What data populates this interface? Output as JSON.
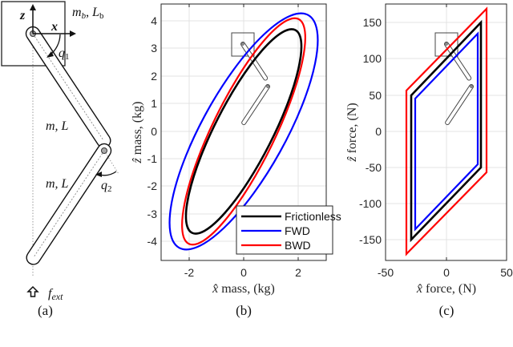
{
  "panel_a": {
    "caption": "(a)",
    "labels": {
      "z_axis": "z",
      "x_axis": "x",
      "base": "m",
      "base_sub": "b",
      "base_len": "L",
      "base_len_sub": "b",
      "q1": "q",
      "q1_sub": "1",
      "q2": "q",
      "q2_sub": "2",
      "link1": "m, L",
      "link2": "m, L",
      "force": "f",
      "force_sub": "ext"
    }
  },
  "panel_b": {
    "caption": "(b)",
    "xlabel_hat": "x̂",
    "xlabel": "mass, (kg)",
    "ylabel_hat": "ẑ",
    "ylabel": "mass, (kg)",
    "xticks": [
      "-2",
      "0",
      "2"
    ],
    "yticks": [
      "4",
      "3",
      "2",
      "1",
      "0",
      "-1",
      "-2",
      "-3",
      "-4"
    ],
    "legend": [
      {
        "label": "Frictionless",
        "color": "#000000"
      },
      {
        "label": "FWD",
        "color": "#0000ff"
      },
      {
        "label": "BWD",
        "color": "#ff0000"
      }
    ]
  },
  "panel_c": {
    "caption": "(c)",
    "xlabel_hat": "x̂",
    "xlabel": "force, (N)",
    "ylabel_hat": "ẑ",
    "ylabel": "force, (N)",
    "xticks": [
      "-50",
      "0",
      "50"
    ],
    "yticks": [
      "150",
      "100",
      "50",
      "0",
      "-50",
      "-100",
      "-150"
    ]
  },
  "chart_data": [
    {
      "type": "line",
      "title": "(b)",
      "xlabel": "x̂ mass, (kg)",
      "ylabel": "ẑ mass, (kg)",
      "xlim": [
        -3,
        3
      ],
      "ylim": [
        -4.7,
        4.6
      ],
      "grid": true,
      "legend_position": "lower right",
      "series": [
        {
          "name": "Frictionless",
          "color": "#000000",
          "shape": "ellipse",
          "x_extent": [
            -1.9,
            1.9
          ],
          "y_extent": [
            -3.6,
            3.6
          ],
          "top_point": [
            1.6,
            3.6
          ],
          "bottom_point": [
            -1.6,
            -3.6
          ]
        },
        {
          "name": "FWD",
          "color": "#0000ff",
          "shape": "ellipse",
          "x_extent": [
            -2.35,
            2.35
          ],
          "y_extent": [
            -4.2,
            4.2
          ],
          "top_point": [
            2.0,
            4.2
          ],
          "bottom_point": [
            -2.0,
            -4.2
          ]
        },
        {
          "name": "BWD",
          "color": "#ff0000",
          "shape": "ellipse",
          "x_extent": [
            -2.0,
            2.0
          ],
          "y_extent": [
            -3.95,
            3.95
          ],
          "top_point": [
            1.7,
            3.95
          ],
          "bottom_point": [
            -1.7,
            -3.95
          ]
        }
      ]
    },
    {
      "type": "line",
      "title": "(c)",
      "xlabel": "x̂ force, (N)",
      "ylabel": "ẑ force, (N)",
      "xlim": [
        -50,
        50
      ],
      "ylim": [
        -180,
        180
      ],
      "grid": true,
      "series": [
        {
          "name": "Frictionless",
          "color": "#000000",
          "shape": "parallelogram",
          "x": [
            -29,
            29,
            29,
            -29,
            -29
          ],
          "y": [
            50,
            150,
            -50,
            -150,
            50
          ]
        },
        {
          "name": "FWD",
          "color": "#0000ff",
          "shape": "parallelogram",
          "x": [
            -26,
            26,
            26,
            -26,
            -26
          ],
          "y": [
            45,
            135,
            -45,
            -135,
            45
          ]
        },
        {
          "name": "BWD",
          "color": "#ff0000",
          "shape": "parallelogram",
          "x": [
            -33,
            33,
            33,
            -33,
            -33
          ],
          "y": [
            57,
            169,
            -57,
            -169,
            57
          ]
        }
      ]
    }
  ]
}
